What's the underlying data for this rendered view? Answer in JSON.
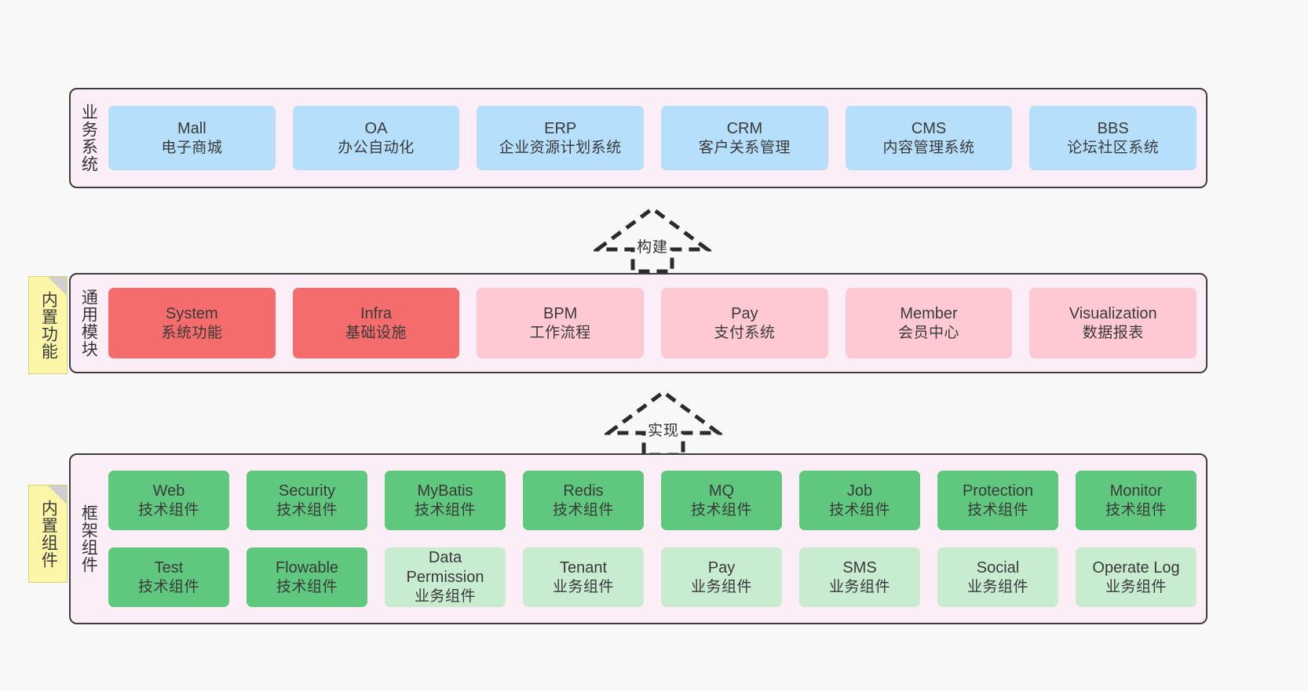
{
  "diagram": {
    "background": "#f8f8f8",
    "panel_bg": "#fbeef6",
    "panel_border": "#3d3d3d",
    "note_bg": "#fcf6a8"
  },
  "business_layer": {
    "title": "业务系统",
    "accent": "#b5dffb",
    "nodes": [
      {
        "en": "Mall",
        "cn": "电子商城"
      },
      {
        "en": "OA",
        "cn": "办公自动化"
      },
      {
        "en": "ERP",
        "cn": "企业资源计划系统"
      },
      {
        "en": "CRM",
        "cn": "客户关系管理"
      },
      {
        "en": "CMS",
        "cn": "内容管理系统"
      },
      {
        "en": "BBS",
        "cn": "论坛社区系统"
      }
    ]
  },
  "arrow_build": {
    "label": "构建"
  },
  "module_layer": {
    "title": "通用模块",
    "note": "内置功能",
    "accent": "#ffc9d4",
    "accent_hot": "#f56c6c",
    "nodes": [
      {
        "en": "System",
        "cn": "系统功能",
        "highlight": true
      },
      {
        "en": "Infra",
        "cn": "基础设施",
        "highlight": true
      },
      {
        "en": "BPM",
        "cn": "工作流程",
        "highlight": false
      },
      {
        "en": "Pay",
        "cn": "支付系统",
        "highlight": false
      },
      {
        "en": "Member",
        "cn": "会员中心",
        "highlight": false
      },
      {
        "en": "Visualization",
        "cn": "数据报表",
        "highlight": false
      }
    ]
  },
  "arrow_impl": {
    "label": "实现"
  },
  "framework_layer": {
    "title": "框架组件",
    "note": "内置组件",
    "accent_tech": "#5fc87e",
    "accent_biz": "#c7ecd0",
    "row1": [
      {
        "en": "Web",
        "cn": "技术组件"
      },
      {
        "en": "Security",
        "cn": "技术组件"
      },
      {
        "en": "MyBatis",
        "cn": "技术组件"
      },
      {
        "en": "Redis",
        "cn": "技术组件"
      },
      {
        "en": "MQ",
        "cn": "技术组件"
      },
      {
        "en": "Job",
        "cn": "技术组件"
      },
      {
        "en": "Protection",
        "cn": "技术组件"
      },
      {
        "en": "Monitor",
        "cn": "技术组件"
      }
    ],
    "row2": [
      {
        "en": "Test",
        "cn": "技术组件",
        "tech": true
      },
      {
        "en": "Flowable",
        "cn": "技术组件",
        "tech": true
      },
      {
        "en": "Data Permission",
        "cn": "业务组件",
        "tech": false
      },
      {
        "en": "Tenant",
        "cn": "业务组件",
        "tech": false
      },
      {
        "en": "Pay",
        "cn": "业务组件",
        "tech": false
      },
      {
        "en": "SMS",
        "cn": "业务组件",
        "tech": false
      },
      {
        "en": "Social",
        "cn": "业务组件",
        "tech": false
      },
      {
        "en": "Operate Log",
        "cn": "业务组件",
        "tech": false
      }
    ]
  }
}
